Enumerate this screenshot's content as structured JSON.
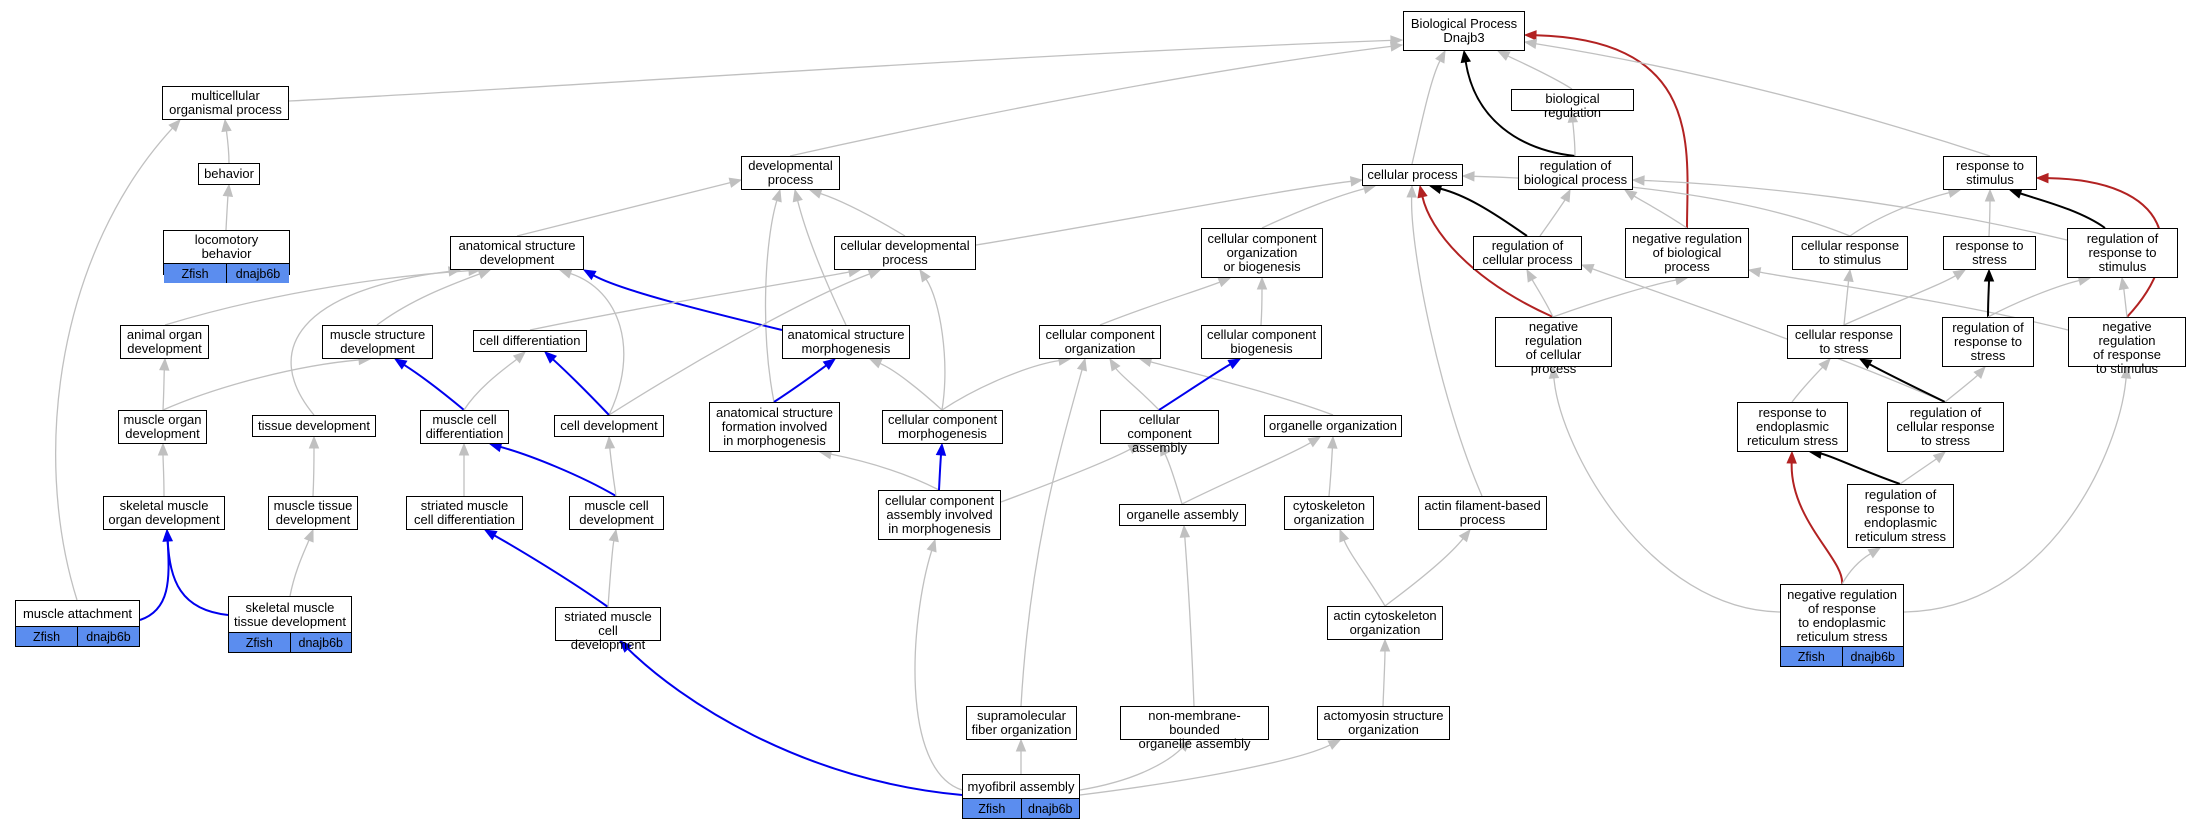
{
  "colors": {
    "background": "#ffffff",
    "is_a_edge": "#c0c0c0",
    "part_of_edge": "#0000ee",
    "regulates_edge": "#000000",
    "negatively_regulates_edge": "#b22222",
    "annotation_fill": "#5b8def"
  },
  "nodes": [
    {
      "id": "root",
      "label": "Biological Process\nDnajb3"
    },
    {
      "id": "bioreg",
      "label": "biological regulation"
    },
    {
      "id": "multi",
      "label": "multicellular\norganismal process"
    },
    {
      "id": "behavior",
      "label": "behavior"
    },
    {
      "id": "locomotory",
      "label": "locomotory behavior",
      "annotation": [
        "Zfish",
        "dnajb6b"
      ]
    },
    {
      "id": "devproc",
      "label": "developmental\nprocess"
    },
    {
      "id": "cellproc",
      "label": "cellular process"
    },
    {
      "id": "regbio",
      "label": "regulation of\nbiological process"
    },
    {
      "id": "respstim",
      "label": "response to\nstimulus"
    },
    {
      "id": "anatdev",
      "label": "anatomical structure\ndevelopment"
    },
    {
      "id": "celldevproc",
      "label": "cellular developmental\nprocess"
    },
    {
      "id": "ccob",
      "label": "cellular component\norganization\nor biogenesis"
    },
    {
      "id": "regcell",
      "label": "regulation of\ncellular process"
    },
    {
      "id": "negregbio",
      "label": "negative regulation\nof biological\nprocess"
    },
    {
      "id": "cellresp",
      "label": "cellular response\nto stimulus"
    },
    {
      "id": "respstress",
      "label": "response to\nstress"
    },
    {
      "id": "regresp",
      "label": "regulation of\nresponse to\nstimulus"
    },
    {
      "id": "animal",
      "label": "animal organ\ndevelopment"
    },
    {
      "id": "musstruct",
      "label": "muscle structure\ndevelopment"
    },
    {
      "id": "celldiff",
      "label": "cell differentiation"
    },
    {
      "id": "anatmorph",
      "label": "anatomical structure\nmorphogenesis"
    },
    {
      "id": "ccorg",
      "label": "cellular component\norganization"
    },
    {
      "id": "ccbio",
      "label": "cellular component\nbiogenesis"
    },
    {
      "id": "negregcell",
      "label": "negative regulation\nof cellular\nprocess"
    },
    {
      "id": "cellrespstress",
      "label": "cellular response\nto stress"
    },
    {
      "id": "regrespstress",
      "label": "regulation of\nresponse to\nstress"
    },
    {
      "id": "negregresp",
      "label": "negative regulation\nof response\nto stimulus"
    },
    {
      "id": "musorgan",
      "label": "muscle organ\ndevelopment"
    },
    {
      "id": "tissue",
      "label": "tissue development"
    },
    {
      "id": "muscelldiff",
      "label": "muscle cell\ndifferentiation"
    },
    {
      "id": "celldev",
      "label": "cell development"
    },
    {
      "id": "anatform",
      "label": "anatomical structure\nformation involved\nin morphogenesis"
    },
    {
      "id": "ccmorph",
      "label": "cellular component\nmorphogenesis"
    },
    {
      "id": "ccassem",
      "label": "cellular component\nassembly"
    },
    {
      "id": "orgorg",
      "label": "organelle organization"
    },
    {
      "id": "respER",
      "label": "response to\nendoplasmic\nreticulum stress"
    },
    {
      "id": "regcellstress",
      "label": "regulation of\ncellular response\nto stress"
    },
    {
      "id": "skorgan",
      "label": "skeletal muscle\norgan development"
    },
    {
      "id": "mustissue",
      "label": "muscle tissue\ndevelopment"
    },
    {
      "id": "stridiff",
      "label": "striated muscle\ncell differentiation"
    },
    {
      "id": "muscelldev",
      "label": "muscle cell\ndevelopment"
    },
    {
      "id": "ccassemmorph",
      "label": "cellular component\nassembly involved\nin morphogenesis"
    },
    {
      "id": "orgassem",
      "label": "organelle assembly"
    },
    {
      "id": "cytoorg",
      "label": "cytoskeleton\norganization"
    },
    {
      "id": "actinproc",
      "label": "actin filament-based\nprocess"
    },
    {
      "id": "regER",
      "label": "regulation of\nresponse to\nendoplasmic\nreticulum stress"
    },
    {
      "id": "musattach",
      "label": "muscle attachment",
      "annotation": [
        "Zfish",
        "dnajb6b"
      ]
    },
    {
      "id": "sktissue",
      "label": "skeletal muscle\ntissue development",
      "annotation": [
        "Zfish",
        "dnajb6b"
      ]
    },
    {
      "id": "stridev",
      "label": "striated muscle\ncell development"
    },
    {
      "id": "actincyto",
      "label": "actin cytoskeleton\norganization"
    },
    {
      "id": "negregER",
      "label": "negative regulation\nof response\nto endoplasmic\nreticulum stress",
      "annotation": [
        "Zfish",
        "dnajb6b"
      ]
    },
    {
      "id": "supra",
      "label": "supramolecular\nfiber organization"
    },
    {
      "id": "nonmem",
      "label": "non-membrane-bounded\norganelle assembly"
    },
    {
      "id": "actomyosin",
      "label": "actomyosin structure\norganization"
    },
    {
      "id": "myofibril",
      "label": "myofibril assembly",
      "annotation": [
        "Zfish",
        "dnajb6b"
      ]
    }
  ],
  "edges": [
    {
      "from": "multi",
      "to": "root",
      "kind": "is_a"
    },
    {
      "from": "devproc",
      "to": "root",
      "kind": "is_a"
    },
    {
      "from": "cellproc",
      "to": "root",
      "kind": "is_a"
    },
    {
      "from": "bioreg",
      "to": "root",
      "kind": "is_a"
    },
    {
      "from": "regbio",
      "to": "root",
      "kind": "regulates"
    },
    {
      "from": "negregbio",
      "to": "root",
      "kind": "negatively_regulates"
    },
    {
      "from": "respstim",
      "to": "root",
      "kind": "is_a"
    },
    {
      "from": "regbio",
      "to": "bioreg",
      "kind": "is_a"
    },
    {
      "from": "behavior",
      "to": "multi",
      "kind": "is_a"
    },
    {
      "from": "musattach",
      "to": "multi",
      "kind": "is_a"
    },
    {
      "from": "locomotory",
      "to": "behavior",
      "kind": "is_a"
    },
    {
      "from": "anatdev",
      "to": "devproc",
      "kind": "is_a"
    },
    {
      "from": "celldevproc",
      "to": "devproc",
      "kind": "is_a"
    },
    {
      "from": "anatmorph",
      "to": "devproc",
      "kind": "is_a"
    },
    {
      "from": "anatform",
      "to": "devproc",
      "kind": "is_a"
    },
    {
      "from": "celldevproc",
      "to": "cellproc",
      "kind": "is_a"
    },
    {
      "from": "ccob",
      "to": "cellproc",
      "kind": "is_a"
    },
    {
      "from": "regcell",
      "to": "cellproc",
      "kind": "regulates"
    },
    {
      "from": "negregcell",
      "to": "cellproc",
      "kind": "negatively_regulates"
    },
    {
      "from": "cellresp",
      "to": "cellproc",
      "kind": "is_a"
    },
    {
      "from": "actinproc",
      "to": "cellproc",
      "kind": "is_a"
    },
    {
      "from": "regcell",
      "to": "regbio",
      "kind": "is_a"
    },
    {
      "from": "negregbio",
      "to": "regbio",
      "kind": "is_a"
    },
    {
      "from": "regresp",
      "to": "regbio",
      "kind": "is_a"
    },
    {
      "from": "cellresp",
      "to": "respstim",
      "kind": "is_a"
    },
    {
      "from": "respstress",
      "to": "respstim",
      "kind": "is_a"
    },
    {
      "from": "regresp",
      "to": "respstim",
      "kind": "regulates"
    },
    {
      "from": "negregresp",
      "to": "respstim",
      "kind": "negatively_regulates"
    },
    {
      "from": "animal",
      "to": "anatdev",
      "kind": "is_a"
    },
    {
      "from": "musstruct",
      "to": "anatdev",
      "kind": "is_a"
    },
    {
      "from": "anatmorph",
      "to": "anatdev",
      "kind": "part_of"
    },
    {
      "from": "tissue",
      "to": "anatdev",
      "kind": "is_a"
    },
    {
      "from": "celldev",
      "to": "anatdev",
      "kind": "is_a"
    },
    {
      "from": "celldiff",
      "to": "celldevproc",
      "kind": "is_a"
    },
    {
      "from": "celldev",
      "to": "celldevproc",
      "kind": "is_a"
    },
    {
      "from": "ccmorph",
      "to": "celldevproc",
      "kind": "is_a"
    },
    {
      "from": "ccorg",
      "to": "ccob",
      "kind": "is_a"
    },
    {
      "from": "ccbio",
      "to": "ccob",
      "kind": "is_a"
    },
    {
      "from": "negregcell",
      "to": "regcell",
      "kind": "is_a"
    },
    {
      "from": "regcellstress",
      "to": "regcell",
      "kind": "is_a"
    },
    {
      "from": "negregcell",
      "to": "negregbio",
      "kind": "is_a"
    },
    {
      "from": "negregresp",
      "to": "negregbio",
      "kind": "is_a"
    },
    {
      "from": "cellrespstress",
      "to": "cellresp",
      "kind": "is_a"
    },
    {
      "from": "cellrespstress",
      "to": "respstress",
      "kind": "is_a"
    },
    {
      "from": "regrespstress",
      "to": "respstress",
      "kind": "regulates"
    },
    {
      "from": "regrespstress",
      "to": "regresp",
      "kind": "is_a"
    },
    {
      "from": "negregresp",
      "to": "regresp",
      "kind": "is_a"
    },
    {
      "from": "musorgan",
      "to": "animal",
      "kind": "is_a"
    },
    {
      "from": "musorgan",
      "to": "musstruct",
      "kind": "is_a"
    },
    {
      "from": "muscelldiff",
      "to": "musstruct",
      "kind": "part_of"
    },
    {
      "from": "muscelldiff",
      "to": "celldiff",
      "kind": "is_a"
    },
    {
      "from": "celldev",
      "to": "celldiff",
      "kind": "part_of"
    },
    {
      "from": "anatform",
      "to": "anatmorph",
      "kind": "part_of"
    },
    {
      "from": "ccmorph",
      "to": "anatmorph",
      "kind": "is_a"
    },
    {
      "from": "ccmorph",
      "to": "ccorg",
      "kind": "is_a"
    },
    {
      "from": "ccassem",
      "to": "ccorg",
      "kind": "is_a"
    },
    {
      "from": "orgorg",
      "to": "ccorg",
      "kind": "is_a"
    },
    {
      "from": "supra",
      "to": "ccorg",
      "kind": "is_a"
    },
    {
      "from": "ccassem",
      "to": "ccbio",
      "kind": "part_of"
    },
    {
      "from": "respER",
      "to": "cellrespstress",
      "kind": "is_a"
    },
    {
      "from": "regcellstress",
      "to": "cellrespstress",
      "kind": "regulates"
    },
    {
      "from": "regcellstress",
      "to": "regrespstress",
      "kind": "is_a"
    },
    {
      "from": "negregER",
      "to": "negregresp",
      "kind": "is_a"
    },
    {
      "from": "negregER",
      "to": "negregcell",
      "kind": "is_a"
    },
    {
      "from": "skorgan",
      "to": "musorgan",
      "kind": "is_a"
    },
    {
      "from": "mustissue",
      "to": "tissue",
      "kind": "is_a"
    },
    {
      "from": "stridiff",
      "to": "muscelldiff",
      "kind": "is_a"
    },
    {
      "from": "muscelldev",
      "to": "muscelldiff",
      "kind": "part_of"
    },
    {
      "from": "muscelldev",
      "to": "celldev",
      "kind": "is_a"
    },
    {
      "from": "ccassemmorph",
      "to": "anatform",
      "kind": "is_a"
    },
    {
      "from": "ccassemmorph",
      "to": "ccmorph",
      "kind": "part_of"
    },
    {
      "from": "ccassemmorph",
      "to": "ccassem",
      "kind": "is_a"
    },
    {
      "from": "orgassem",
      "to": "ccassem",
      "kind": "is_a"
    },
    {
      "from": "orgassem",
      "to": "orgorg",
      "kind": "is_a"
    },
    {
      "from": "cytoorg",
      "to": "orgorg",
      "kind": "is_a"
    },
    {
      "from": "regER",
      "to": "respER",
      "kind": "regulates"
    },
    {
      "from": "negregER",
      "to": "respER",
      "kind": "negatively_regulates"
    },
    {
      "from": "regER",
      "to": "regcellstress",
      "kind": "is_a"
    },
    {
      "from": "negregER",
      "to": "regER",
      "kind": "is_a"
    },
    {
      "from": "musattach",
      "to": "skorgan",
      "kind": "part_of"
    },
    {
      "from": "sktissue",
      "to": "skorgan",
      "kind": "part_of"
    },
    {
      "from": "sktissue",
      "to": "mustissue",
      "kind": "is_a"
    },
    {
      "from": "stridev",
      "to": "stridiff",
      "kind": "part_of"
    },
    {
      "from": "stridev",
      "to": "muscelldev",
      "kind": "is_a"
    },
    {
      "from": "actincyto",
      "to": "cytoorg",
      "kind": "is_a"
    },
    {
      "from": "actincyto",
      "to": "actinproc",
      "kind": "is_a"
    },
    {
      "from": "actomyosin",
      "to": "actincyto",
      "kind": "is_a"
    },
    {
      "from": "myofibril",
      "to": "supra",
      "kind": "is_a"
    },
    {
      "from": "myofibril",
      "to": "nonmem",
      "kind": "is_a"
    },
    {
      "from": "myofibril",
      "to": "actomyosin",
      "kind": "is_a"
    },
    {
      "from": "myofibril",
      "to": "stridev",
      "kind": "part_of"
    },
    {
      "from": "myofibril",
      "to": "ccassemmorph",
      "kind": "is_a"
    },
    {
      "from": "nonmem",
      "to": "orgassem",
      "kind": "is_a"
    }
  ]
}
